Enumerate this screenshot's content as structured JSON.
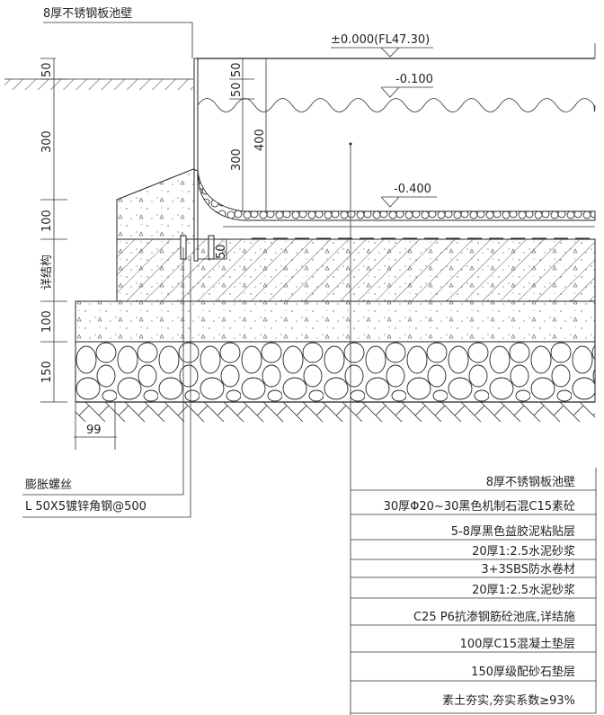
{
  "drawing": {
    "top_label": "8厚不锈钢板池壁",
    "elevation_top": "±0.000(FL47.30)",
    "elevation_water": "-0.100",
    "elevation_bottom": "-0.400",
    "left_dims": [
      "50",
      "300",
      "100",
      "详结构",
      "100",
      "150"
    ],
    "inner_dims": {
      "a": "50",
      "b": "50",
      "c": "300",
      "d": "400"
    },
    "bolt_dim": "50",
    "footing_dim": "99",
    "leader_bolt": "膨胀螺丝",
    "leader_angle": "L 50X5镀锌角钢@500"
  },
  "layers": [
    "8厚不锈钢板池壁",
    "30厚Φ20~30黑色机制石混C15素砼",
    "5-8厚黑色益胶泥粘贴层",
    "20厚1:2.5水泥砂浆",
    "3+3SBS防水卷材",
    "20厚1:2.5水泥砂浆",
    "C25 P6抗渗钢筋砼池底,详结施",
    "100厚C15混凝土垫层",
    "150厚级配砂石垫层",
    "素土夯实,夯实系数≥93%"
  ]
}
